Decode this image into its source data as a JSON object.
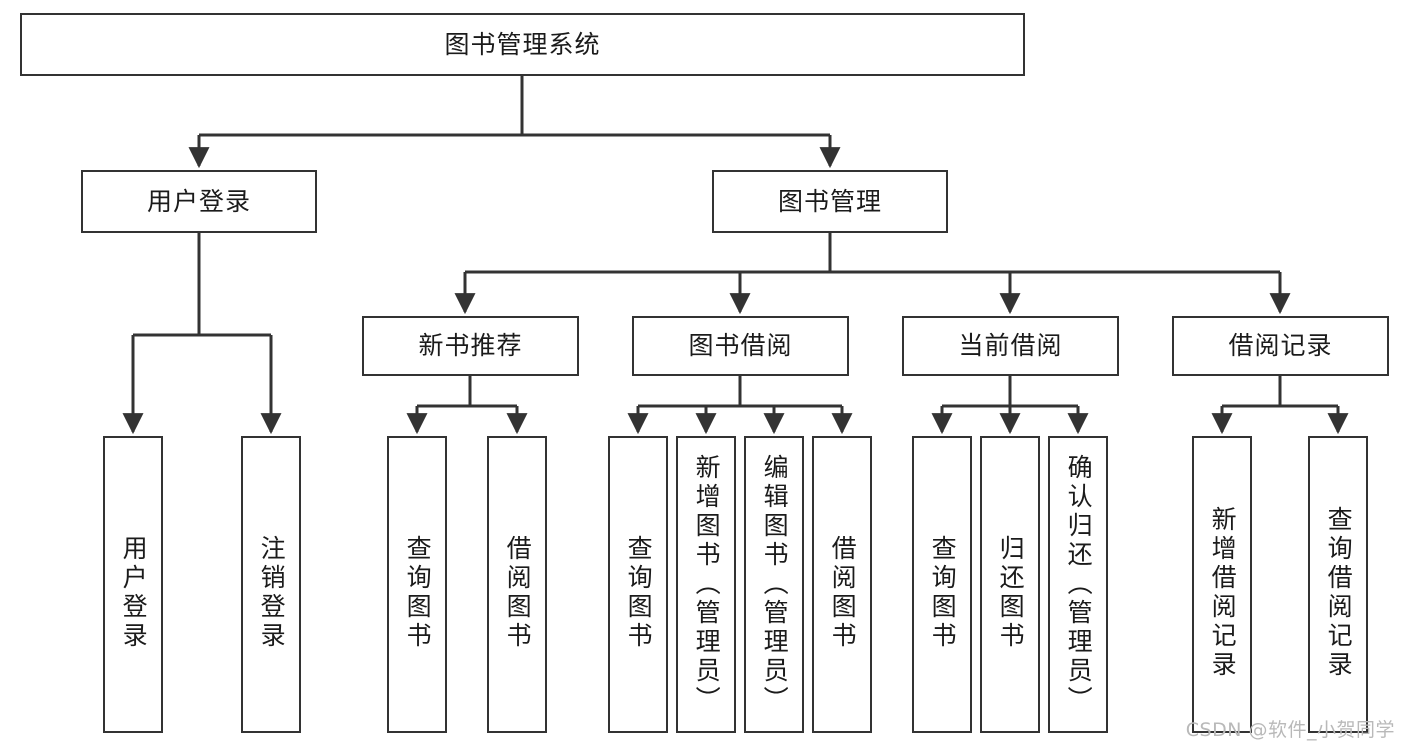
{
  "diagram": {
    "type": "tree",
    "title_node": {
      "id": "root",
      "label": "图书管理系统"
    },
    "level2": [
      {
        "id": "user-login",
        "label": "用户登录"
      },
      {
        "id": "book-manage",
        "label": "图书管理"
      }
    ],
    "level3": [
      {
        "id": "new-book-recommend",
        "label": "新书推荐"
      },
      {
        "id": "book-borrow",
        "label": "图书借阅"
      },
      {
        "id": "current-borrow",
        "label": "当前借阅"
      },
      {
        "id": "borrow-record",
        "label": "借阅记录"
      }
    ],
    "leaves": {
      "user_login": [
        {
          "id": "leaf-user-login",
          "label": "用户登录"
        },
        {
          "id": "leaf-logout-login",
          "label": "注销登录"
        }
      ],
      "new_book_recommend": [
        {
          "id": "leaf-query-book-1",
          "label": "查询图书"
        },
        {
          "id": "leaf-borrow-book-1",
          "label": "借阅图书"
        }
      ],
      "book_borrow": [
        {
          "id": "leaf-query-book-2",
          "label": "查询图书"
        },
        {
          "id": "leaf-add-book",
          "label": "新增图书（管理员）"
        },
        {
          "id": "leaf-edit-book",
          "label": "编辑图书（管理员）"
        },
        {
          "id": "leaf-borrow-book-2",
          "label": "借阅图书"
        }
      ],
      "current_borrow": [
        {
          "id": "leaf-query-book-3",
          "label": "查询图书"
        },
        {
          "id": "leaf-return-book",
          "label": "归还图书"
        },
        {
          "id": "leaf-confirm-return",
          "label": "确认归还（管理员）"
        }
      ],
      "borrow_record": [
        {
          "id": "leaf-add-borrow-record",
          "label": "新增借阅记录"
        },
        {
          "id": "leaf-query-borrow-record",
          "label": "查询借阅记录"
        }
      ]
    }
  },
  "watermark": {
    "text": "CSDN @软件_小贺同学"
  },
  "colors": {
    "stroke": "#333333",
    "box_fill": "#ffffff",
    "text": "#1b1b1b",
    "watermark": "#b9b9b9",
    "background": "#ffffff"
  }
}
